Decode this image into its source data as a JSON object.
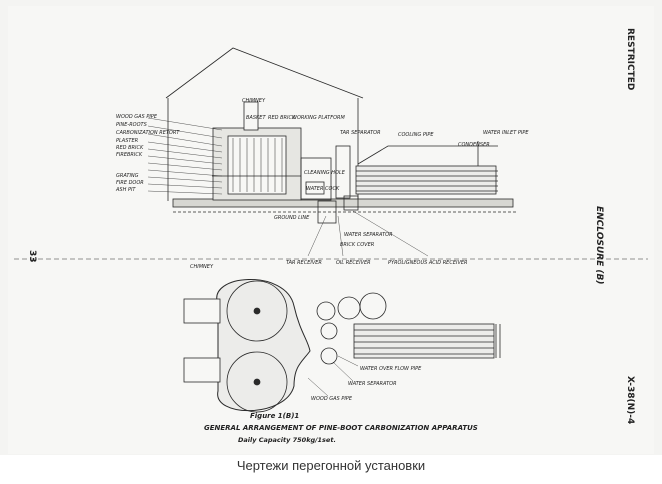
{
  "caption": "Чертежи перегонной установки",
  "side": {
    "restricted": "RESTRICTED",
    "page_number": "33",
    "enclosure": "ENCLOSURE (B)",
    "doc_code": "X-38(N)-4"
  },
  "figure": {
    "number": "Figure 1(B)1",
    "title": "GENERAL ARRANGEMENT OF PINE-BOOT CARBONIZATION APPARATUS",
    "subtitle": "Daily Capacity 750kg/1set."
  },
  "section_labels": {
    "chimney": "CHIMNEY",
    "basket": "BASKET",
    "red_brick_top": "RED BRICK",
    "working_platform": "WORKING PLATFORM",
    "wood_gas_pipe": "WOOD GAS PIPE",
    "pine_roots": "PINE-ROOTS",
    "carbonization_retort": "CARBONIZATION RETORT",
    "plaster": "PLASTER",
    "red_brick": "RED BRICK",
    "fire_brick": "FIREBRICK",
    "grating": "GRATING",
    "fire_door": "FIRE DOOR",
    "ash_pit": "ASH PIT",
    "tar_separator": "TAR SEPARATOR",
    "cooling_pipe": "COOLING PIPE",
    "water_inlet_pipe": "WATER INLET PIPE",
    "condenser": "CONDENSER",
    "cleaning_hole": "CLEANING HOLE",
    "water_cock": "WATER COCK",
    "tar_receiver": "TAR RECEIVER",
    "oil_receiver": "OIL RECEIVER",
    "pyroligneous_acid_receiver": "PYROLIGNEOUS ACID RECEIVER",
    "water_separator": "WATER SEPARATOR",
    "brick_cover": "BRICK COVER",
    "ground_line": "GROUND LINE"
  },
  "plan_labels": {
    "chimney": "CHIMNEY",
    "water_over_flow_pipe": "WATER OVER FLOW PIPE",
    "water_separator": "WATER SEPARATOR",
    "wood_gas_pipe": "WOOD GAS PIPE"
  }
}
